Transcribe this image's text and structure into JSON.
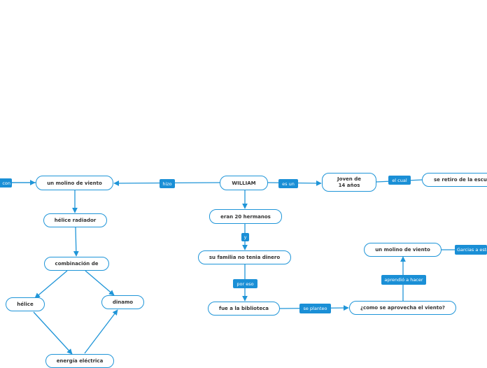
{
  "colors": {
    "line": "#1f95d8",
    "label_bg": "#1a8fd6",
    "node_border": "#1f95d8",
    "text": "#333333"
  },
  "nodes": {
    "william": "WILLIAM",
    "molino": "un molino de viento",
    "helice_radiador": "hélice radiador",
    "combinacion": "combinación de",
    "helice": "hélice",
    "dinamo": "dinamo",
    "energia": "energía eléctrica",
    "joven_line1": "Joven de",
    "joven_line2": "14 años",
    "retiro": "se retiro de la escuela",
    "hermanos": "eran 20 hermanos",
    "familia": "su familia no tenia dinero",
    "biblioteca": "fue a la biblioteca",
    "aprovecha": "¿como se aprovecha el viento?",
    "molino2": "un molino de viento"
  },
  "labels": {
    "con": "con",
    "hizo": "hizo",
    "es_un": "es un",
    "el_cual": "el cual",
    "y": "y",
    "por_eso": "por eso",
    "se_planteo": "se planteo",
    "aprendio": "aprendió a hacer",
    "gracias": "Garcias a esto"
  }
}
